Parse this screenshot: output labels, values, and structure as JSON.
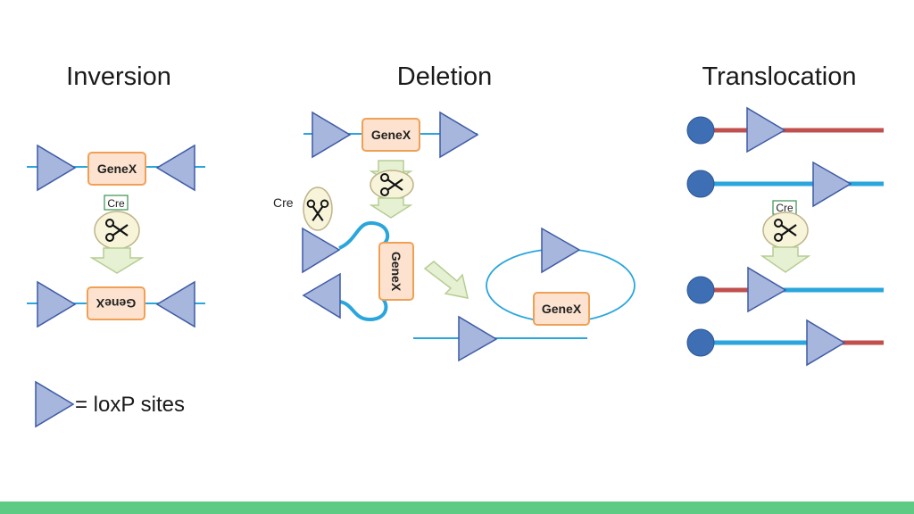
{
  "titles": {
    "inversion": "Inversion",
    "deletion": "Deletion",
    "translocation": "Translocation"
  },
  "gene_label": "GeneX",
  "cre_label": "Cre",
  "legend_text": "= loxP sites",
  "colors": {
    "loxp_fill": "#a7b6dc",
    "loxp_stroke": "#3d5aa5",
    "dna_blue": "#2aa6dc",
    "dna_red": "#c0504d",
    "gene_fill": "#fde3cf",
    "gene_stroke": "#f0a056",
    "cre_fill": "#f7f4da",
    "arrow_fill": "#e6f0d3",
    "arrow_stroke": "#b6cd92",
    "centromere": "#3e6fb4",
    "footer_bar": "#5ecb85"
  },
  "icons": [
    "loxp-triangle-icon",
    "scissors-icon",
    "down-arrow-icon",
    "centromere-dot-icon"
  ]
}
